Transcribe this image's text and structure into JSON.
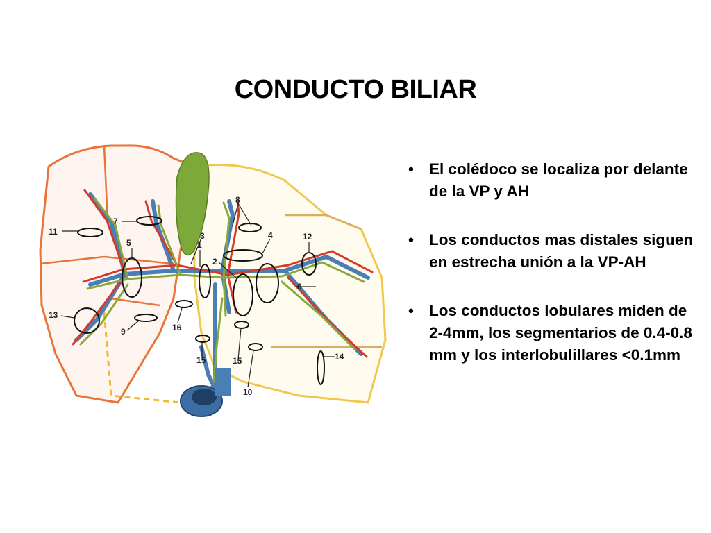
{
  "slide": {
    "title": "CONDUCTO BILIAR",
    "bullet_glyph": "•",
    "bullets": [
      "El colédoco se localiza por delante de la VP y AH",
      "Los conductos mas distales siguen en estrecha unión a la VP-AH",
      "Los conductos lobulares miden de 2-4mm, los segmentarios de 0.4-0.8 mm y los interlobulillares <0.1mm"
    ]
  },
  "figure": {
    "labels": [
      "11",
      "7",
      "3",
      "1",
      "5",
      "8",
      "4",
      "12",
      "2",
      "6",
      "13",
      "9",
      "16",
      "15",
      "15",
      "14",
      "10"
    ],
    "colors": {
      "portal_vein": "#4a7fb5",
      "artery": "#d63a2a",
      "bile_duct": "#8aa83a",
      "gallbladder": "#7da83a",
      "outline_orange": "#e8743a",
      "outline_yellow": "#f0c850",
      "dashed_yellow": "#f2b632"
    }
  }
}
